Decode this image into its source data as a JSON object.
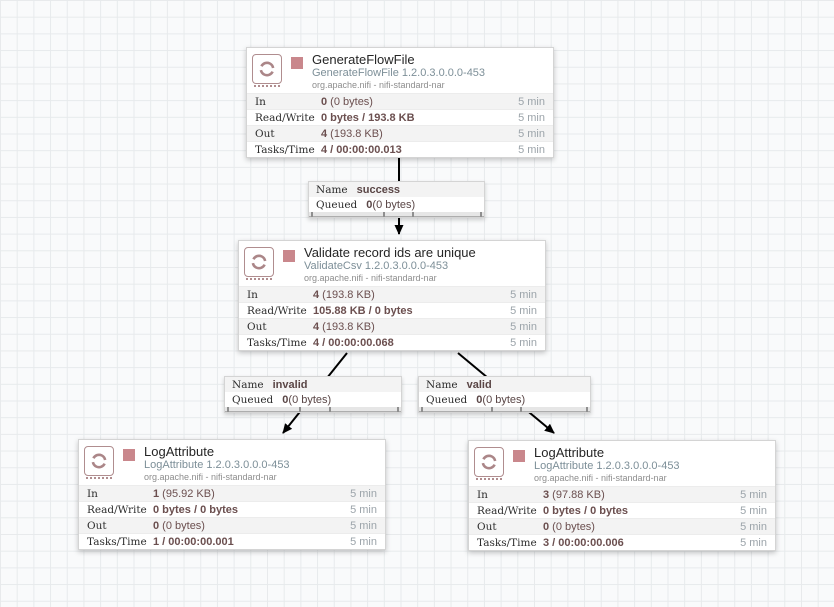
{
  "canvas": {
    "background": "#f9fafb",
    "grid_color": "#e7eaec"
  },
  "colors": {
    "stopped_status": "#c9878c",
    "processor_icon": "#b08d8f",
    "stat_value_text": "#6b4f4f",
    "type_text": "#7d8f98",
    "window_text": "#9ca4aa"
  },
  "icons": {
    "processor_stamp": "stamp-with-circular-arrow",
    "status": "stopped-square"
  },
  "processors": [
    {
      "title": "GenerateFlowFile",
      "type": "GenerateFlowFile 1.2.0.3.0.0.0-453",
      "bundle": "org.apache.nifi - nifi-standard-nar",
      "stats": [
        {
          "label": "In",
          "value": "0",
          "detail": " (0 bytes)",
          "window": "5 min"
        },
        {
          "label": "Read/Write",
          "value": "0 bytes / 193.8 KB",
          "detail": "",
          "window": "5 min"
        },
        {
          "label": "Out",
          "value": "4",
          "detail": " (193.8 KB)",
          "window": "5 min"
        },
        {
          "label": "Tasks/Time",
          "value": "4 / 00:00:00.013",
          "detail": "",
          "window": "5 min"
        }
      ]
    },
    {
      "title": "Validate record ids are unique",
      "type": "ValidateCsv 1.2.0.3.0.0.0-453",
      "bundle": "org.apache.nifi - nifi-standard-nar",
      "stats": [
        {
          "label": "In",
          "value": "4",
          "detail": " (193.8 KB)",
          "window": "5 min"
        },
        {
          "label": "Read/Write",
          "value": "105.88 KB / 0 bytes",
          "detail": "",
          "window": "5 min"
        },
        {
          "label": "Out",
          "value": "4",
          "detail": " (193.8 KB)",
          "window": "5 min"
        },
        {
          "label": "Tasks/Time",
          "value": "4 / 00:00:00.068",
          "detail": "",
          "window": "5 min"
        }
      ]
    },
    {
      "title": "LogAttribute",
      "type": "LogAttribute 1.2.0.3.0.0.0-453",
      "bundle": "org.apache.nifi - nifi-standard-nar",
      "stats": [
        {
          "label": "In",
          "value": "1",
          "detail": " (95.92 KB)",
          "window": "5 min"
        },
        {
          "label": "Read/Write",
          "value": "0 bytes / 0 bytes",
          "detail": "",
          "window": "5 min"
        },
        {
          "label": "Out",
          "value": "0",
          "detail": " (0 bytes)",
          "window": "5 min"
        },
        {
          "label": "Tasks/Time",
          "value": "1 / 00:00:00.001",
          "detail": "",
          "window": "5 min"
        }
      ]
    },
    {
      "title": "LogAttribute",
      "type": "LogAttribute 1.2.0.3.0.0.0-453",
      "bundle": "org.apache.nifi - nifi-standard-nar",
      "stats": [
        {
          "label": "In",
          "value": "3",
          "detail": " (97.88 KB)",
          "window": "5 min"
        },
        {
          "label": "Read/Write",
          "value": "0 bytes / 0 bytes",
          "detail": "",
          "window": "5 min"
        },
        {
          "label": "Out",
          "value": "0",
          "detail": " (0 bytes)",
          "window": "5 min"
        },
        {
          "label": "Tasks/Time",
          "value": "3 / 00:00:00.006",
          "detail": "",
          "window": "5 min"
        }
      ]
    }
  ],
  "connections": [
    {
      "name_key": "Name",
      "name": "success",
      "queued_key": "Queued",
      "queued_value": "0",
      "queued_detail": " (0 bytes)"
    },
    {
      "name_key": "Name",
      "name": "invalid",
      "queued_key": "Queued",
      "queued_value": "0",
      "queued_detail": " (0 bytes)"
    },
    {
      "name_key": "Name",
      "name": "valid",
      "queued_key": "Queued",
      "queued_value": "0",
      "queued_detail": " (0 bytes)"
    }
  ]
}
